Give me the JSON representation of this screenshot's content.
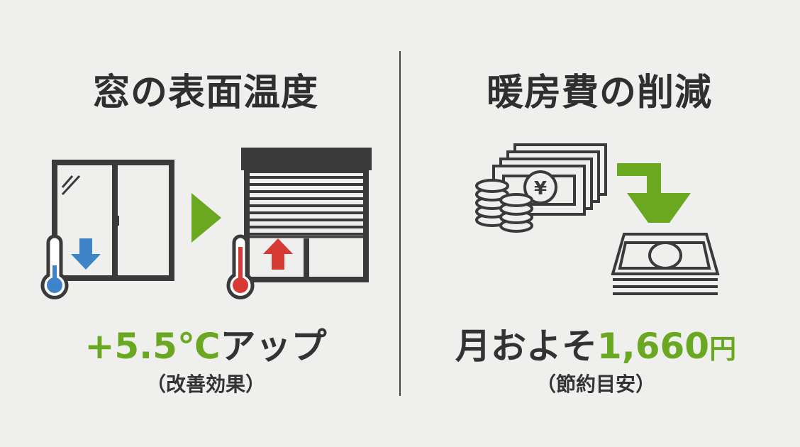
{
  "left_panel": {
    "title": "窓の表面温度",
    "value_prefix": "+5.5℃",
    "value_suffix": "アップ",
    "note": "（改善効果）",
    "icons": [
      "window-icon",
      "cold-thermometer-icon",
      "down-arrow-icon",
      "green-play-arrow-icon",
      "shutter-window-icon",
      "hot-thermometer-icon",
      "up-arrow-icon"
    ]
  },
  "right_panel": {
    "title": "暖房費の削減",
    "value_prefix": "月およそ",
    "value_number": "1,660",
    "value_suffix": "円",
    "note": "（節約目安）",
    "icons": [
      "yen-bills-coins-icon",
      "green-bent-down-arrow-icon",
      "reduced-bills-stack-icon"
    ]
  },
  "colors": {
    "background": "#efefed",
    "text_dark": "#2f2f2f",
    "accent_green": "#6aa821",
    "cold_blue": "#3e84c8",
    "hot_red": "#d63a34",
    "icon_stroke": "#3a3a3a"
  }
}
